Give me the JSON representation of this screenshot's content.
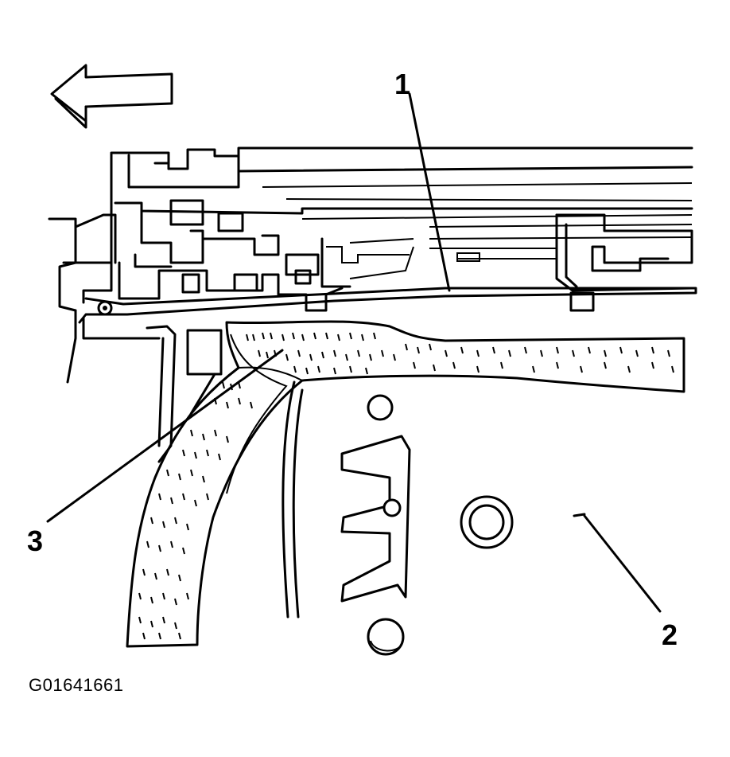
{
  "callouts": {
    "one": "1",
    "two": "2",
    "three": "3"
  },
  "figure_id": "G01641661",
  "icons": {
    "direction_arrow": "left-arrow-icon"
  },
  "colors": {
    "ink": "#000000",
    "paper": "#ffffff"
  }
}
